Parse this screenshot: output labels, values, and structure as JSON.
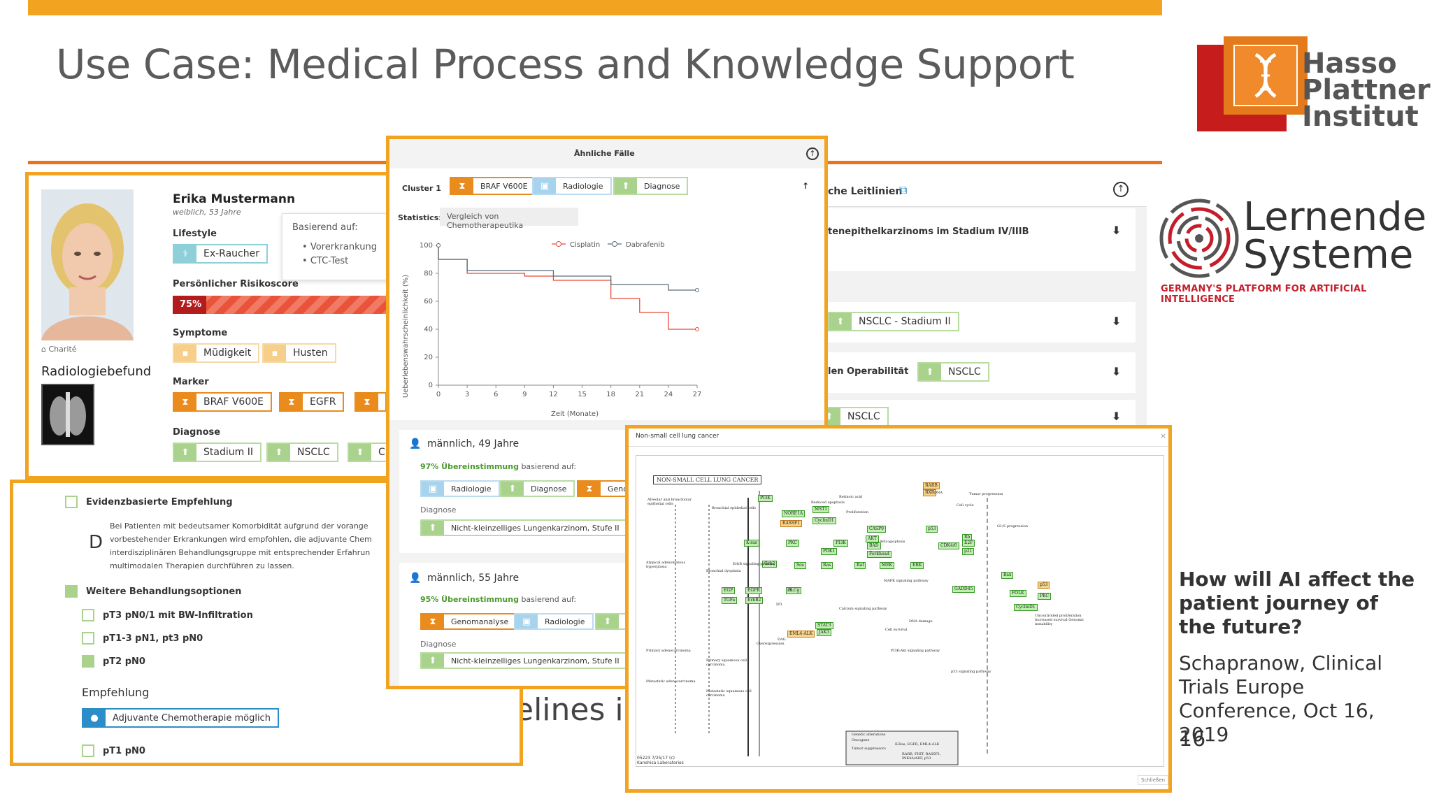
{
  "slide": {
    "title": "Use Case: Medical Process and Knowledge Support",
    "question": "How will AI affect the patient journey of the future?",
    "citation": "Schapranow, Clinical Trials Europe Conference, Oct 16, 2019",
    "page_number": "16",
    "behind_text": "elines inc",
    "colors": {
      "accent": "#f2a320",
      "rule": "#e8731a"
    }
  },
  "logos": {
    "hpi": {
      "line1": "Hasso",
      "line2": "Plattner",
      "line3": "Institut"
    },
    "ls": {
      "line1": "Lernende",
      "line2": "Systeme",
      "tagline": "GERMANY'S PLATFORM FOR ARTIFICIAL INTELLIGENCE"
    }
  },
  "patient": {
    "name": "Erika Mustermann",
    "sub": "weiblich, 53 Jahre",
    "clinic": "Charité",
    "radiology_title": "Radiologiebefund",
    "lifestyle_label": "Lifestyle",
    "lifestyle_tag": "Ex-Raucher",
    "risk_label": "Persönlicher Risikoscore",
    "risk_value": "75%",
    "risk_percent": 75,
    "symptoms_label": "Symptome",
    "symptoms": [
      "Müdigkeit",
      "Husten"
    ],
    "marker_label": "Marker",
    "markers": [
      "BRAF V600E",
      "EGFR"
    ],
    "diagnosis_label": "Diagnose",
    "diagnoses": [
      "Stadium II",
      "NSCLC",
      "C"
    ],
    "tooltip_title": "Basierend auf:",
    "tooltip_items": [
      "Vorerkrankung",
      "CTC-Test"
    ]
  },
  "recommendation": {
    "evidence_title": "Evidenzbasierte Empfehlung",
    "evidence_letter": "D",
    "evidence_text": [
      "Bei Patienten mit bedeutsamer Komorbidität aufgrund der vorange",
      "vorbestehender Erkrankungen wird empfohlen, die adjuvante Chem",
      "interdisziplinären Behandlungsgruppe mit entsprechender Erfahrun",
      "multimodalen Therapien durchführen zu lassen."
    ],
    "further_title": "Weitere Behandlungsoptionen",
    "options": [
      {
        "label": "pT3 pN0/1 mit BW-Infiltration",
        "checked": false
      },
      {
        "label": "pT1-3 pN1, pt3 pN0",
        "checked": false
      },
      {
        "label": "pT2 pN0",
        "checked": true
      }
    ],
    "empfehlung_title": "Empfehlung",
    "empfehlung_tag": "Adjuvante Chemotherapie möglich",
    "last_option": "pT1 pN0"
  },
  "similar": {
    "header": "Ähnliche Fälle",
    "cluster_label": "Cluster 1",
    "cluster_tags": [
      "BRAF V600E",
      "Radiologie",
      "Diagnose"
    ],
    "stats_label": "Statistics:",
    "stats_value": "Vergleich von Chemotherapeutika",
    "cases": [
      {
        "title": "männlich, 49 Jahre",
        "match_pct": "97% Übereinstimmung",
        "match_rest": " basierend auf:",
        "tags": [
          "Radiologie",
          "Diagnose",
          "Genor"
        ],
        "diag_label": "Diagnose",
        "diag": "Nicht-kleinzelliges Lungenkarzinom, Stufe II"
      },
      {
        "title": "männlich, 55 Jahre",
        "match_pct": "95% Übereinstimmung",
        "match_rest": " basierend auf:",
        "tags": [
          "Genomanalyse",
          "Radiologie",
          ""
        ],
        "diag_label": "Diagnose",
        "diag": "Nicht-kleinzelliges Lungenkarzinom, Stufe II"
      }
    ]
  },
  "guidelines": {
    "header": "che Leitlinien",
    "row1": "tenepithelkarzinoms im Stadium IV/IIIB",
    "row2_tag": "NSCLC - Stadium II",
    "row3": "len Operabilität",
    "row3_tag": "NSCLC",
    "row4_tag": "NSCLC"
  },
  "pathway": {
    "title": "Non-small cell lung cancer",
    "box_title": "NON-SMALL CELL LUNG CANCER",
    "close_label": "Schließen",
    "footnote": "05223 7/25/17 (c) Kanehisa Laboratories",
    "genes": [
      "PI3K",
      "NORE1A",
      "RASSF1",
      "MST1",
      "CyclinD1",
      "K-ras",
      "PKC",
      "PI3K",
      "PDK1",
      "AKT",
      "CASP9",
      "BAD",
      "Forkhead",
      "Grb2",
      "Sos",
      "Ras",
      "Raf",
      "MEK",
      "ERK",
      "EGF",
      "TGFa",
      "EGFR",
      "ErbB2",
      "PLCg",
      "STAT3",
      "JAK3",
      "EML4-ALK",
      "RARB",
      "RXR",
      "p53",
      "CDK4/6",
      "Rb",
      "E2F",
      "p21",
      "GADD45",
      "Bax",
      "FOLK",
      "p53",
      "CyclinD1",
      "PKC"
    ],
    "labels": [
      "Alveolar and bronchiolar epithelial cells",
      "Bronchial epithelial cells",
      "Atypical adenomatous hyperplasia",
      "Bronchial dysplasia",
      "Primary adenocarcinoma",
      "Primary squamous cell carcinoma",
      "Metastatic adenocarcinoma",
      "Metastatic squamous cell carcinoma",
      "Retinoic acid",
      "Tumor progression",
      "Reduced apoptosis",
      "Proliferation",
      "Cell cycle",
      "G1/S progression",
      "Anti-apoptosis",
      "MAPK signaling pathway",
      "Calcium signaling pathway",
      "Cell survival",
      "PI3K-Akt signaling pathway",
      "p53 signaling pathway",
      "Uncontrolled proliferation Increased survival Genomic instability",
      "Genetic alterations",
      "Oncogene",
      "K-Ras, EGFR, EML4-ALK",
      "Tumor suppressors",
      "RARB, FHIT, RASSF1, INK4A/ARF, p53",
      "ErbB signaling pathway",
      "DNA",
      "DNA damage",
      "Overexpression",
      "DAG",
      "IP3",
      "ER"
    ]
  },
  "chart_data": {
    "type": "line",
    "xlabel": "Zeit (Monate)",
    "ylabel": "Ueberlebenswahrscheinlichkeit (%)",
    "xlim": [
      0,
      27
    ],
    "ylim": [
      0,
      100
    ],
    "xticks": [
      0,
      3,
      6,
      9,
      12,
      15,
      18,
      21,
      24,
      27
    ],
    "yticks": [
      0,
      20,
      40,
      60,
      80,
      100
    ],
    "grid": false,
    "legend": "top-center",
    "series": [
      {
        "name": "Cisplatin",
        "color": "#e84a3b",
        "x": [
          0,
          0,
          3,
          9,
          12,
          18,
          21,
          24,
          27
        ],
        "y": [
          100,
          90,
          80,
          78,
          75,
          62,
          52,
          40,
          40
        ]
      },
      {
        "name": "Dabrafenib",
        "color": "#5b6b7a",
        "x": [
          0,
          0,
          3,
          12,
          18,
          24,
          27
        ],
        "y": [
          100,
          90,
          82,
          78,
          72,
          68,
          68
        ]
      }
    ]
  }
}
